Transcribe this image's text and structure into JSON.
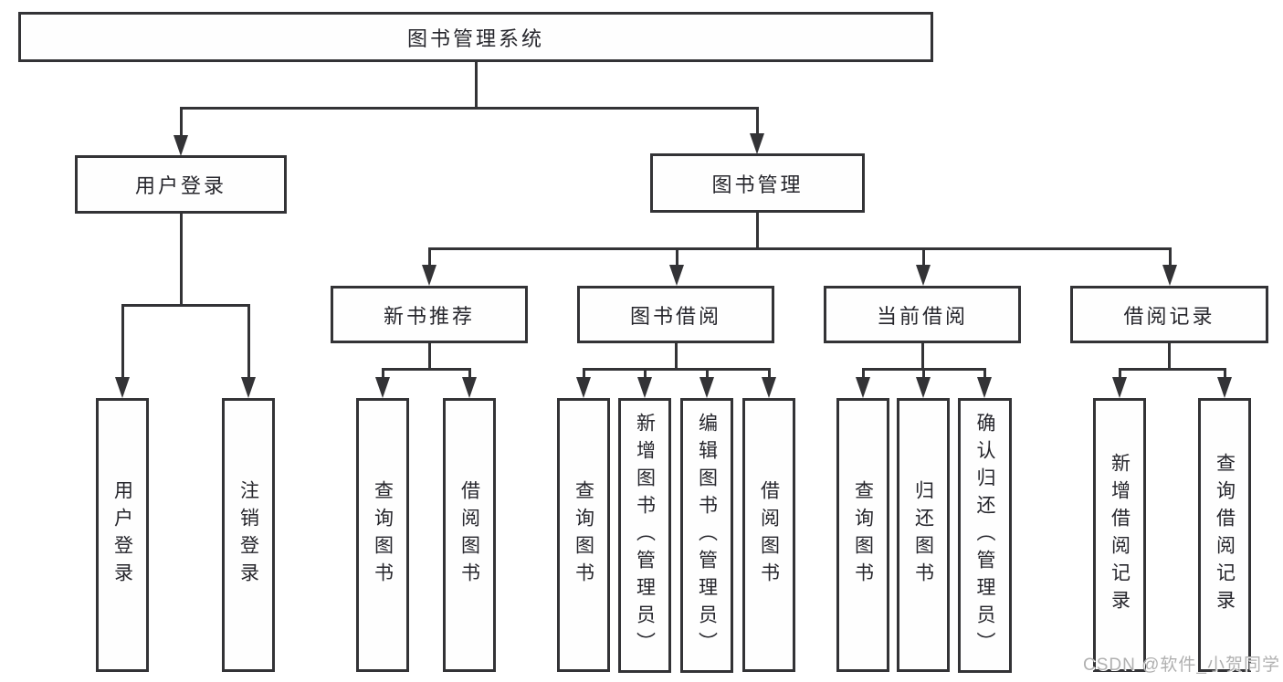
{
  "diagram": {
    "root": "图书管理系统",
    "level2": {
      "user_login": "用户登录",
      "book_management": "图书管理"
    },
    "level3": {
      "new_book_recommend": "新书推荐",
      "book_borrow": "图书借阅",
      "current_borrow": "当前借阅",
      "borrow_records": "借阅记录"
    },
    "leaves": {
      "user_login": "用户登录",
      "logout": "注销登录",
      "nb_query_books": "查询图书",
      "nb_borrow_books": "借阅图书",
      "bb_query_books": "查询图书",
      "bb_add_book_admin": "新增图书（管理员）",
      "bb_edit_book_admin": "编辑图书（管理员）",
      "bb_borrow_books": "借阅图书",
      "cb_query_books": "查询图书",
      "cb_return_books": "归还图书",
      "cb_confirm_return_admin": "确认归还（管理员）",
      "br_add_record": "新增借阅记录",
      "br_query_record": "查询借阅记录"
    },
    "watermark": "CSDN @软件_小贺同学"
  }
}
